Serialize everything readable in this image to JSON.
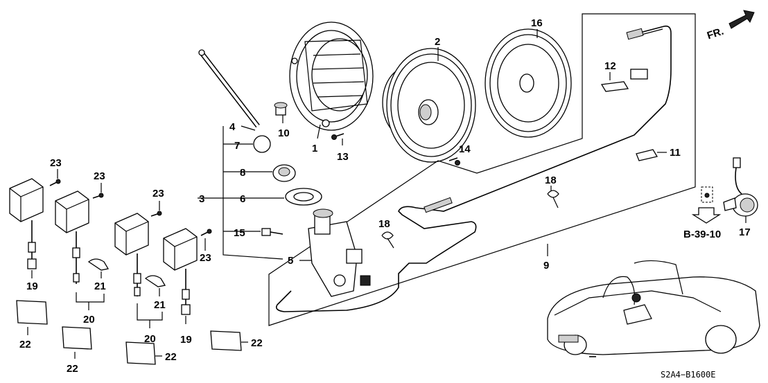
{
  "diagram": {
    "part_labels": {
      "p1": "1",
      "p2": "2",
      "p3": "3",
      "p4": "4",
      "p5": "5",
      "p6": "6",
      "p7": "7",
      "p8": "8",
      "p9": "9",
      "p10": "10",
      "p11": "11",
      "p12": "12",
      "p13": "13",
      "p14": "14",
      "p15": "15",
      "p16": "16",
      "p17": "17",
      "p18a": "18",
      "p18b": "18",
      "p19a": "19",
      "p19b": "19",
      "p20a": "20",
      "p20b": "20",
      "p21a": "21",
      "p21b": "21",
      "p22a": "22",
      "p22b": "22",
      "p22c": "22",
      "p22d": "22",
      "p23a": "23",
      "p23b": "23",
      "p23c": "23",
      "p23d": "23"
    },
    "reference": "B-39-10",
    "direction": "FR.",
    "drawing_code": "S2A4−B1600E"
  }
}
